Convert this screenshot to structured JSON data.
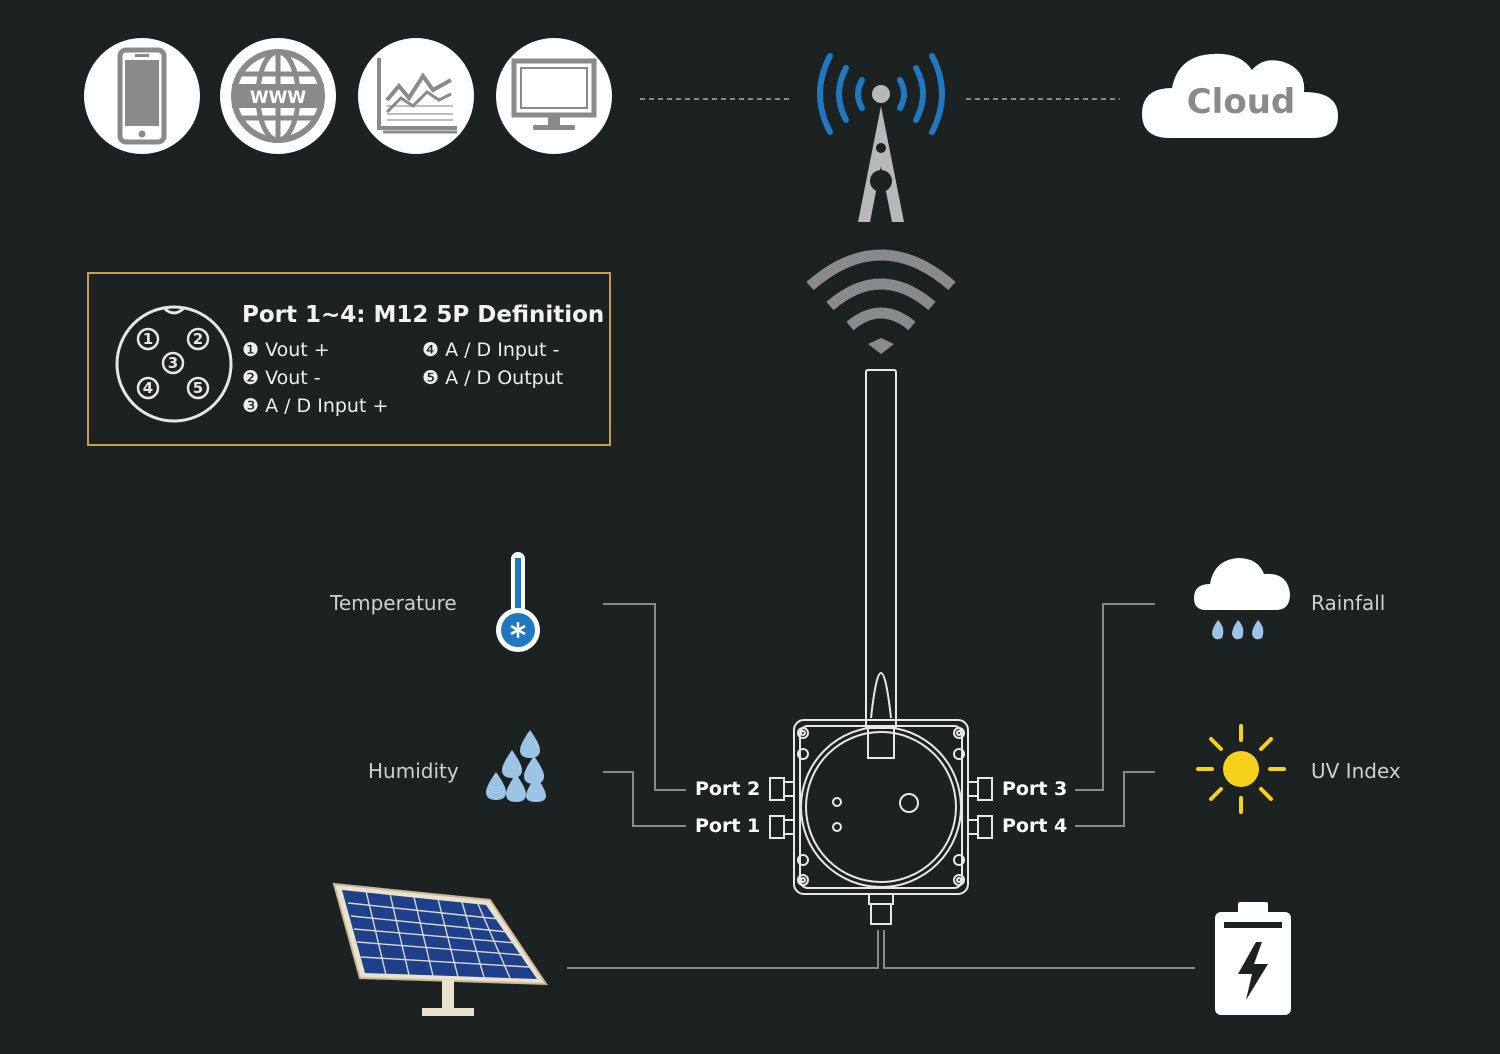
{
  "apps": [
    {
      "icon": "smartphone-icon"
    },
    {
      "icon": "www-globe-icon",
      "text": "WWW"
    },
    {
      "icon": "line-chart-icon"
    },
    {
      "icon": "monitor-icon"
    }
  ],
  "network": {
    "tower_icon": "cell-tower-icon",
    "wifi_icon": "wifi-icon",
    "cloud_label": "Cloud"
  },
  "port_definition": {
    "title": "Port 1~4: M12 5P Definition",
    "connector_pins": [
      "1",
      "2",
      "3",
      "4",
      "5"
    ],
    "pins": [
      "❶ Vout +",
      "❷ Vout -",
      "❸ A / D Input +",
      "❹ A / D Input -",
      "❺ A / D Output"
    ]
  },
  "sensors": {
    "temperature": "Temperature",
    "humidity": "Humidity",
    "rainfall": "Rainfall",
    "uv_index": "UV Index"
  },
  "ports": {
    "port1": "Port 1",
    "port2": "Port 2",
    "port3": "Port 3",
    "port4": "Port 4"
  },
  "power": {
    "solar_icon": "solar-panel-icon",
    "battery_icon": "battery-icon"
  },
  "colors": {
    "background": "#1c2122",
    "accent_blue": "#1f78c1",
    "box_border": "#c9a04a",
    "sun_yellow": "#f7d21c",
    "rain_blue": "#9cc4e4"
  }
}
